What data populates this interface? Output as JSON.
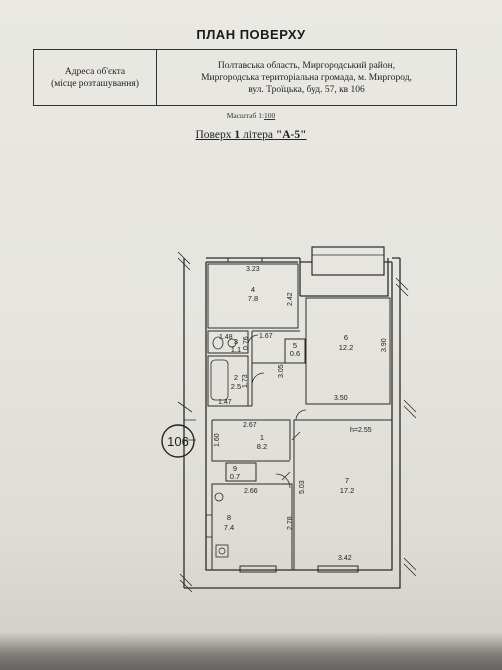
{
  "header": {
    "title": "ПЛАН ПОВЕРХУ"
  },
  "address": {
    "label_line1": "Адреса об'єкта",
    "label_line2": "(місце розташування)",
    "value_line1": "Полтавська область, Миргородський район,",
    "value_line2": "Миргородська територіальна громада, м. Миргород,",
    "value_line3": "вул. Троїцька, буд. 57, кв 106"
  },
  "scale": {
    "prefix": "Масштаб 1:",
    "value": "100"
  },
  "floor": {
    "prefix": "Поверх ",
    "number": "1",
    "mid": " літера ",
    "letter": "\"А-5\""
  },
  "apartment_number": "106",
  "rooms": [
    {
      "id": "4",
      "area": "7.8"
    },
    {
      "id": "3",
      "area": "1.1"
    },
    {
      "id": "2",
      "area": "2.5"
    },
    {
      "id": "5",
      "area": "0.6"
    },
    {
      "id": "6",
      "area": "12.2"
    },
    {
      "id": "1",
      "area": "8.2"
    },
    {
      "id": "9",
      "area": "0.7"
    },
    {
      "id": "8",
      "area": "7.4"
    },
    {
      "id": "7",
      "area": "17.2"
    }
  ],
  "dimensions": {
    "r4_width": "3.23",
    "r4_height": "2.42",
    "r3_width": "1.48",
    "r3_height": "0.76",
    "r2_width": "1.47",
    "r2_height": "1.73",
    "r5_width": "1.67",
    "r5_height": "3.05",
    "r6_width": "3.50",
    "r6_height": "3.90",
    "r1_width": "2.67",
    "r1_height": "1.60",
    "r8_width": "2.66",
    "r8_height": "2.78",
    "r7_width": "3.42",
    "r7_height": "5.03",
    "ceiling_height": "h=2.55"
  }
}
